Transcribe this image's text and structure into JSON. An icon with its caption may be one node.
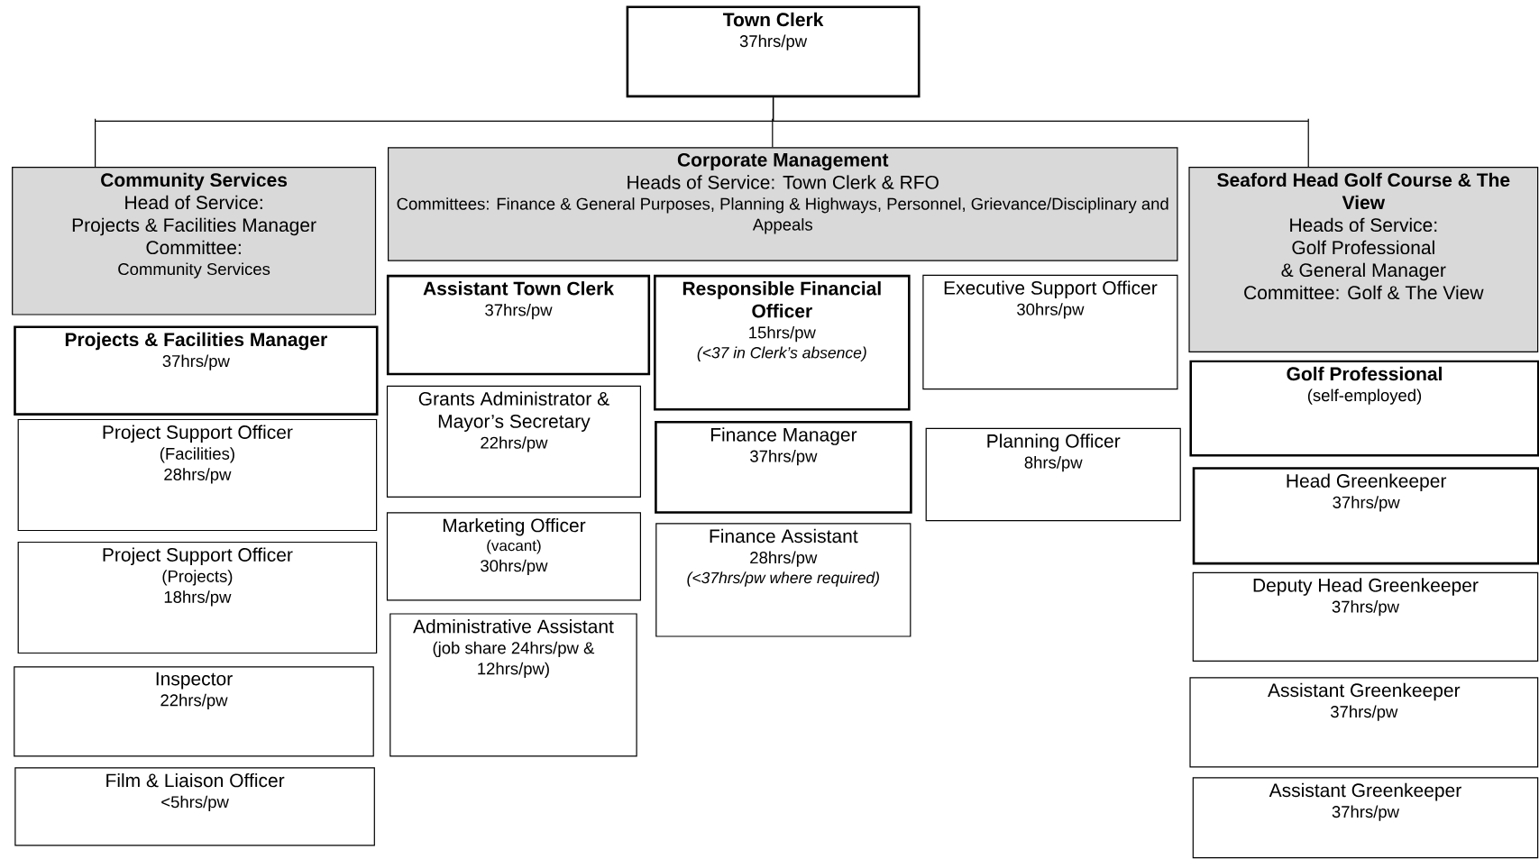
{
  "diagram": {
    "nodes": [
      {
        "text": [
          "Town Clerk",
          "37hrs/pw"
        ]
      },
      {
        "text": [
          "Community Services",
          "Head of Service:",
          "Projects & Facilities Manager",
          "Committee:",
          "Community Services"
        ]
      },
      {
        "text": [
          "Corporate Management",
          "Heads of Service: Town Clerk & RFO",
          "Committees: Finance & General Purposes, Planning & Highways, Personnel, Grievance/Disciplinary and Appeals"
        ]
      },
      {
        "text": [
          "Seaford Head Golf Course & The View",
          "Heads of Service:",
          "Golf Professional",
          "& General Manager",
          "Committee: Golf & The View"
        ]
      },
      {
        "text": [
          "Projects & Facilities Manager",
          "37hrs/pw"
        ]
      },
      {
        "text": [
          "Project Support Officer",
          "(Facilities)",
          "28hrs/pw"
        ]
      },
      {
        "text": [
          "Project Support Officer",
          "(Projects)",
          "18hrs/pw"
        ]
      },
      {
        "text": [
          "Inspector",
          "22hrs/pw"
        ]
      },
      {
        "text": [
          "Film & Liaison Officer",
          "<5hrs/pw"
        ]
      },
      {
        "text": [
          "Assistant Town Clerk",
          "37hrs/pw"
        ]
      },
      {
        "text": [
          "Grants Administrator & Mayor’s Secretary",
          "22hrs/pw"
        ]
      },
      {
        "text": [
          "Marketing Officer",
          "(vacant)",
          "30hrs/pw"
        ]
      },
      {
        "text": [
          "Administrative Assistant",
          "(job share 24hrs/pw & 12hrs/pw)"
        ]
      },
      {
        "text": [
          "Responsible Financial Officer",
          "15hrs/pw",
          "(<37 in Clerk’s absence)"
        ]
      },
      {
        "text": [
          "Finance Manager",
          "37hrs/pw"
        ]
      },
      {
        "text": [
          "Finance Assistant",
          "28hrs/pw",
          "(<37hrs/pw where required)"
        ]
      },
      {
        "text": [
          "Executive Support Officer",
          "30hrs/pw"
        ]
      },
      {
        "text": [
          "Planning Officer",
          "8hrs/pw"
        ]
      },
      {
        "text": [
          "Golf Professional",
          "(self-employed)"
        ]
      },
      {
        "text": [
          "Head Greenkeeper",
          "37hrs/pw"
        ]
      },
      {
        "text": [
          "Deputy Head Greenkeeper",
          "37hrs/pw"
        ]
      },
      {
        "text": [
          "Assistant Greenkeeper",
          "37hrs/pw"
        ]
      },
      {
        "text": [
          "Assistant Greenkeeper",
          "37hrs/pw"
        ]
      }
    ],
    "edges": [
      {
        "from": 0,
        "to": 1,
        "arrow": "none"
      },
      {
        "from": 0,
        "to": 2,
        "arrow": "none"
      },
      {
        "from": 0,
        "to": 3,
        "arrow": "none"
      }
    ]
  }
}
